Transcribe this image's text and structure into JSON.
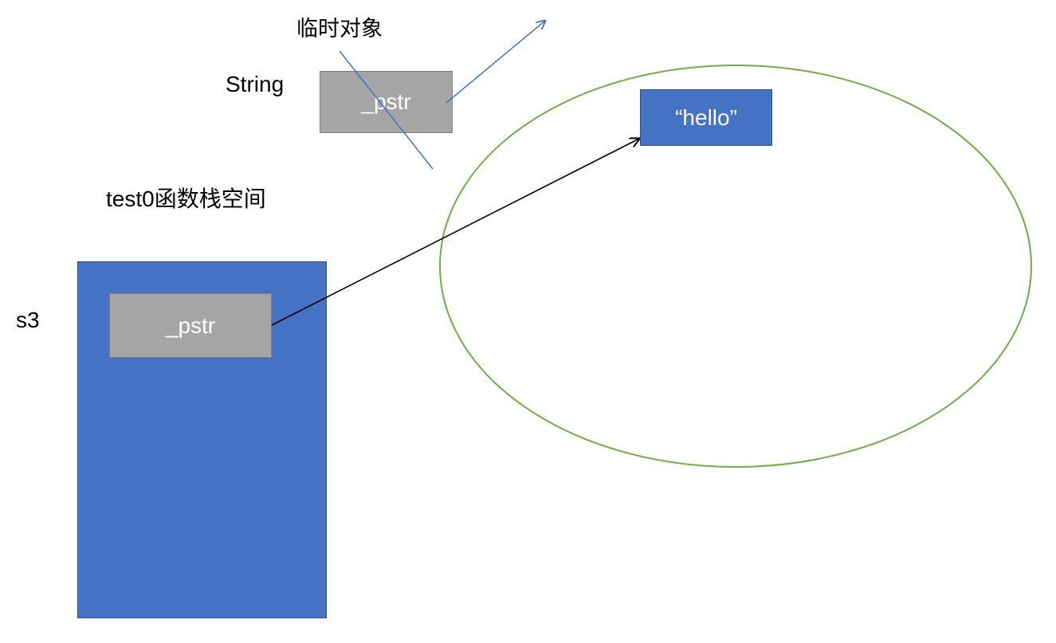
{
  "labels": {
    "temp_object": "临时对象",
    "string_type": "String",
    "stack_space": "test0函数栈空间",
    "var_s3": "s3"
  },
  "boxes": {
    "temp_pstr": "_pstr",
    "s3_pstr": "_pstr",
    "hello": "“hello”"
  },
  "colors": {
    "stack_fill": "#4472c4",
    "pointer_fill": "#a5a5a5",
    "heap_outline": "#70ad47",
    "temp_arrow": "#4472c4",
    "s3_arrow": "#000000"
  }
}
